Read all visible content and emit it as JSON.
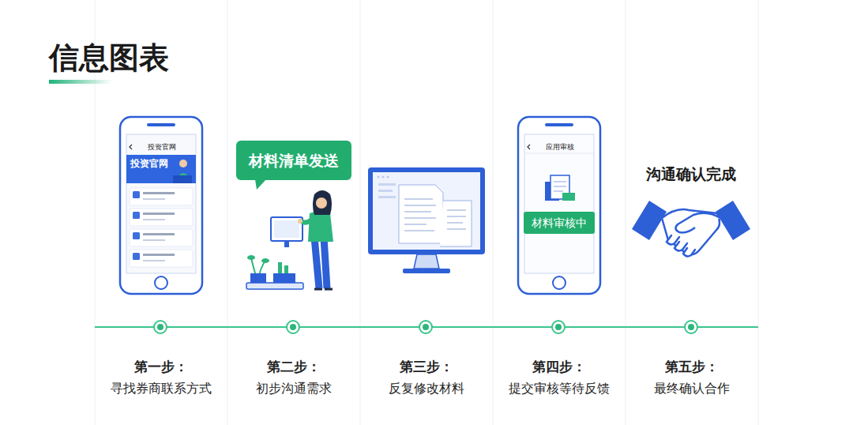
{
  "diagram": {
    "title": "信息图表",
    "nodes": [
      {
        "text": [
          "第一步：",
          "寻找券商联系方式"
        ]
      },
      {
        "text": [
          "第二步：",
          "初步沟通需求"
        ]
      },
      {
        "text": [
          "材料清单发送"
        ],
        "in": 1
      },
      {
        "text": [
          "第三步：",
          "反复修改材料"
        ]
      },
      {
        "text": [
          "第四步：",
          "提交审核等待反馈"
        ]
      },
      {
        "text": [
          "材料审核中"
        ],
        "in": 4
      },
      {
        "text": [
          "第五步：",
          "最终确认合作"
        ]
      }
    ],
    "labels": [
      "投资官网",
      "投资官网",
      "应用审核",
      "沟通确认完成"
    ]
  }
}
